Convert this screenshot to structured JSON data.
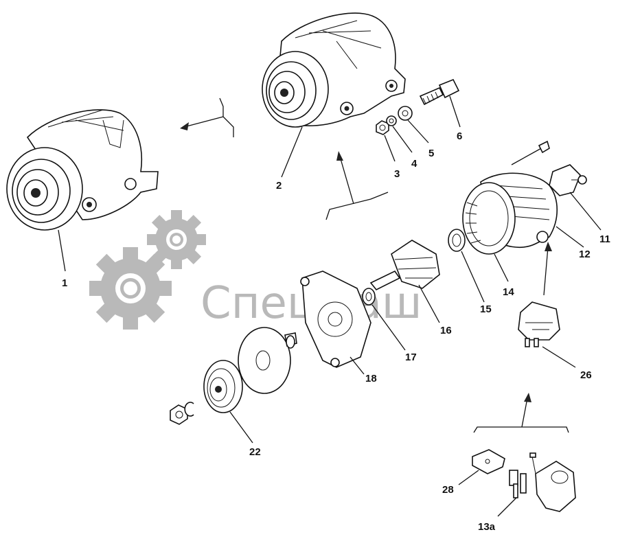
{
  "watermark": {
    "text": "СпецМаш",
    "color": "#b9b9b9"
  },
  "callouts": {
    "c1": "1",
    "c2": "2",
    "c3": "3",
    "c4": "4",
    "c5": "5",
    "c6": "6",
    "c11": "11",
    "c12": "12",
    "c13a": "13а",
    "c14": "14",
    "c15": "15",
    "c16": "16",
    "c17": "17",
    "c18": "18",
    "c22": "22",
    "c26": "26",
    "c28": "28"
  },
  "colors": {
    "ink": "#111111",
    "background": "#ffffff"
  }
}
